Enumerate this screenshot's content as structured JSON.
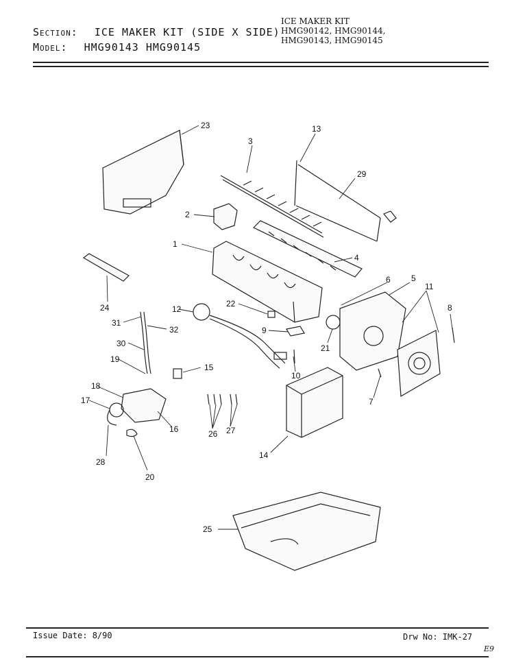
{
  "header": {
    "section_label": "Section:",
    "section_value": "ICE MAKER KIT (SIDE X SIDE)",
    "model_label": "Model:",
    "model_value": "HMG90143  HMG90145",
    "kit_title": "ICE MAKER KIT",
    "kit_models_1": "HMG90142, HMG90144,",
    "kit_models_2": "HMG90143, HMG90145"
  },
  "footer": {
    "issue_date": "Issue Date: 8/90",
    "drawing_no": "Drw No: IMK-27",
    "mark": "E9"
  },
  "callouts": {
    "c1": "1",
    "c2": "2",
    "c3": "3",
    "c4": "4",
    "c5": "5",
    "c6": "6",
    "c7": "7",
    "c8": "8",
    "c9": "9",
    "c10": "10",
    "c11": "11",
    "c12": "12",
    "c13": "13",
    "c14": "14",
    "c15": "15",
    "c16": "16",
    "c17": "17",
    "c18": "18",
    "c19": "19",
    "c20": "20",
    "c21": "21",
    "c22": "22",
    "c23": "23",
    "c24": "24",
    "c25": "25",
    "c26": "26",
    "c27": "27",
    "c28": "28",
    "c29": "29",
    "c30": "30",
    "c31": "31",
    "c32": "32"
  }
}
